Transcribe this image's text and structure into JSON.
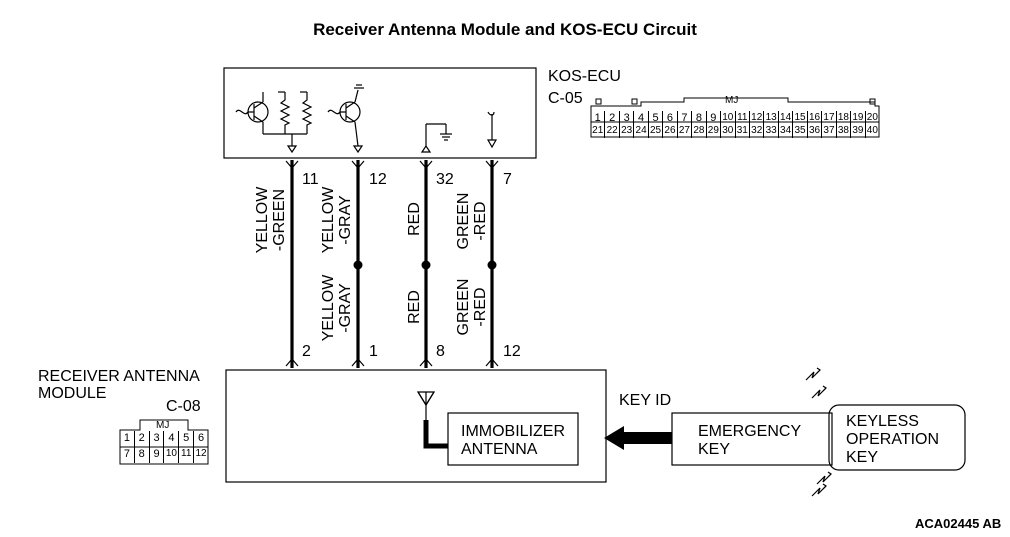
{
  "title": "Receiver Antenna  Module and KOS-ECU Circuit",
  "kos_ecu": {
    "name": "KOS-ECU",
    "connector_id": "C-05",
    "connector_tag": "MJ",
    "pins_row1": [
      "1",
      "2",
      "3",
      "4",
      "5",
      "6",
      "7",
      "8",
      "9",
      "10",
      "11",
      "12",
      "13",
      "14",
      "15",
      "16",
      "17",
      "18",
      "19",
      "20"
    ],
    "pins_row2": [
      "21",
      "22",
      "23",
      "24",
      "25",
      "26",
      "27",
      "28",
      "29",
      "30",
      "31",
      "32",
      "33",
      "34",
      "35",
      "36",
      "37",
      "38",
      "39",
      "40"
    ]
  },
  "receiver_module": {
    "name_line1": "RECEIVER ANTENNA",
    "name_line2": "MODULE",
    "connector_id": "C-08",
    "connector_tag": "MJ",
    "pins_row1": [
      "1",
      "2",
      "3",
      "4",
      "5",
      "6"
    ],
    "pins_row2": [
      "7",
      "8",
      "9",
      "10",
      "11",
      "12"
    ]
  },
  "wires": [
    {
      "ecu_pin": "11",
      "module_pin": "2",
      "upper_color": "YELLOW\n-GREEN",
      "lower_color": ""
    },
    {
      "ecu_pin": "12",
      "module_pin": "1",
      "upper_color": "YELLOW\n-GRAY",
      "lower_color": "YELLOW\n-GRAY"
    },
    {
      "ecu_pin": "32",
      "module_pin": "8",
      "upper_color": "RED",
      "lower_color": "RED"
    },
    {
      "ecu_pin": "7",
      "module_pin": "12",
      "upper_color": "GREEN\n-RED",
      "lower_color": "GREEN\n-RED"
    }
  ],
  "immobilizer": {
    "line1": "IMMOBILIZER",
    "line2": "ANTENNA"
  },
  "key_id": "KEY ID",
  "emergency_key": {
    "line1": "EMERGENCY",
    "line2": "KEY"
  },
  "keyless_key": {
    "line1": "KEYLESS",
    "line2": "OPERATION",
    "line3": "KEY"
  },
  "figure_code": "ACA02445 AB"
}
